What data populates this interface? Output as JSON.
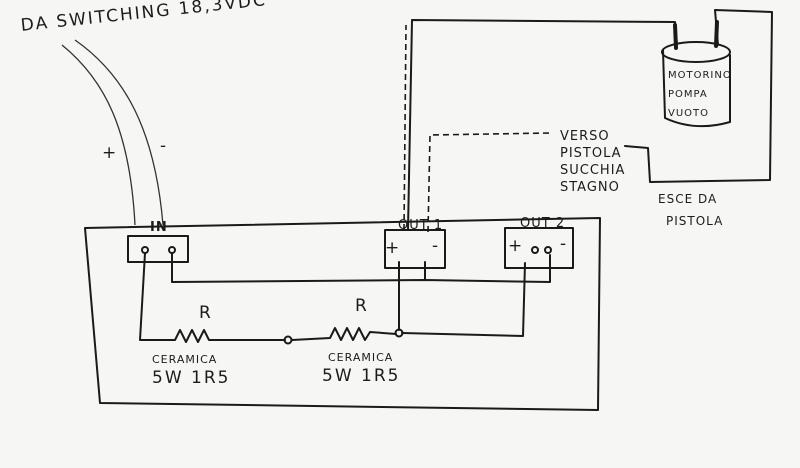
{
  "title": "DA SWITCHING 18,3VDC",
  "supply": {
    "plus": "+",
    "minus": "-"
  },
  "terminals": {
    "in": "IN",
    "out1": "OUT 1",
    "out2": "OUT 2"
  },
  "motor": [
    "MOTORINO",
    "POMPA",
    "VUOTO"
  ],
  "to_gun": [
    "VERSO",
    "PISTOLA",
    "SUCCHIA",
    "STAGNO"
  ],
  "from_gun": [
    "ESCE DA",
    "PISTOLA"
  ],
  "resistors": [
    {
      "symbol": "R",
      "type": "CERAMICA",
      "value": "5W 1R5"
    },
    {
      "symbol": "R",
      "type": "CERAMICA",
      "value": "5W 1R5"
    }
  ],
  "terminal_marks": {
    "plus": "+",
    "minus": "-"
  }
}
